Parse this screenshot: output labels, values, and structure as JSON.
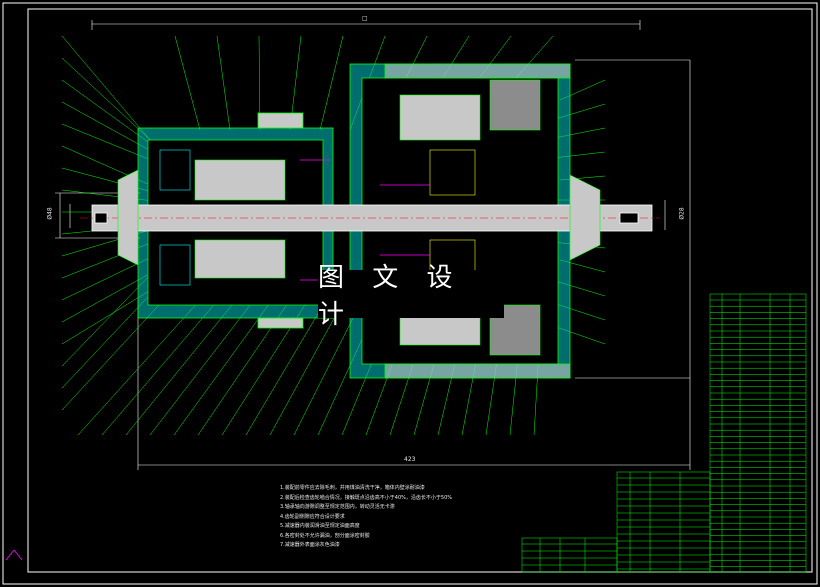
{
  "drawing": {
    "watermark_text": "图 文 设 计",
    "overall_length_label": "423",
    "top_dim_label": "□",
    "left_dim_label": "Ø48",
    "right_dim_label": "Ø28"
  },
  "technical_notes": [
    "1.装配前零件应去除毛刺，并用煤油清洗干净，箱体内壁涂耐油漆",
    "2.装配后检查齿轮啮合情况，接触斑点沿齿高不小于40%，沿齿长不小于50%",
    "3.轴承轴向游隙调整至规定范围内，转动灵活无卡滞",
    "4.齿轮副侧隙应符合设计要求",
    "5.减速器内装润滑油至规定油面高度",
    "6.各密封处不允许漏油，剖分面涂密封胶",
    "7.减速器外表面涂灰色油漆"
  ],
  "colors": {
    "background": "#000000",
    "border": "#ffffff",
    "outline": "#00ff00",
    "hatch": "#00ffff",
    "part_fill": "#c8c8c8",
    "accent": "#ff00ff",
    "highlight": "#ffff00",
    "text": "#ffffff"
  }
}
